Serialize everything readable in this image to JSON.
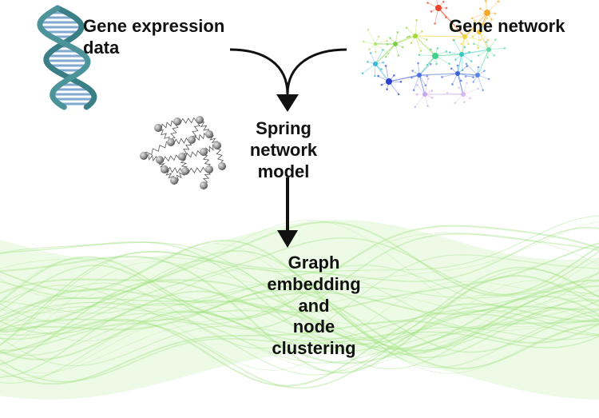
{
  "labels": {
    "gene_expression": [
      "Gene expression",
      "data"
    ],
    "gene_network": "Gene network",
    "spring_model": [
      "Spring network",
      "model"
    ],
    "graph_embedding": [
      "Graph",
      "embedding and",
      "node clustering"
    ]
  },
  "colors": {
    "text": "#111111",
    "arrow": "#111111",
    "dna_strand": "#3a7f86",
    "dna_rung": "#7fa9cf",
    "wave": "#8fdc6a",
    "spring_bead": "#9a9a9a"
  },
  "icons": {
    "dna": "dna-helix-icon",
    "network": "gene-network-icon",
    "spring": "spring-network-icon",
    "waves": "embedding-wave-background"
  }
}
